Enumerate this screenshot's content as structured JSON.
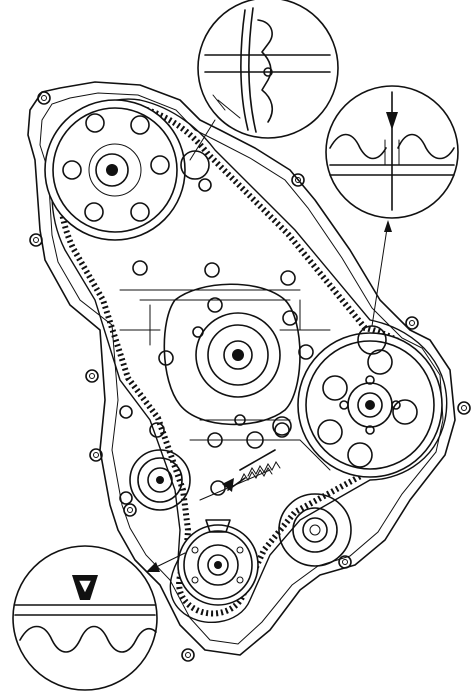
{
  "figure": {
    "description_label": "",
    "colors": {
      "ink": "#111111",
      "paper": "#ffffff"
    },
    "components": [
      "timing-belt-cover-housing",
      "camshaft-sprocket-left",
      "camshaft-sprocket-right",
      "water-pump",
      "idler-pulley",
      "belt-tensioner",
      "tensioner-spring",
      "oil-pump-pulley",
      "crankshaft-sprocket",
      "timing-belt",
      "detail-callout-left-cam-mark",
      "detail-callout-right-cam-mark",
      "detail-callout-crank-mark"
    ]
  }
}
